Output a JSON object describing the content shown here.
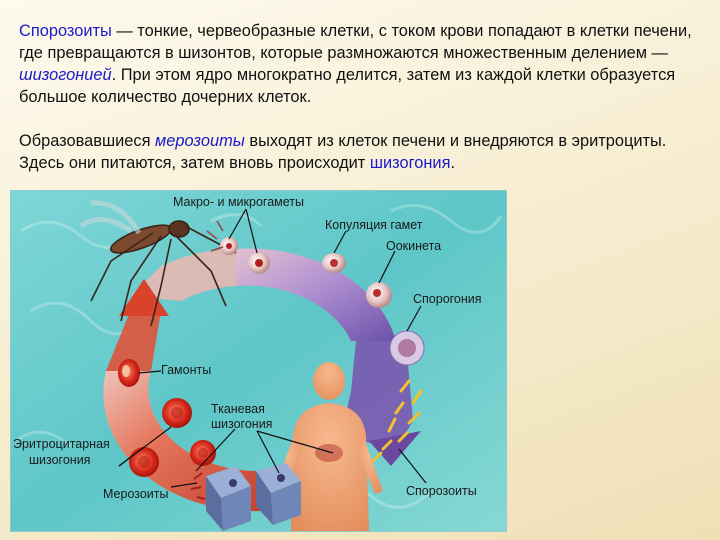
{
  "text": {
    "p1": {
      "t1": "Спорозоиты",
      "t2": " — тонкие, червеобразные клетки, с током крови попадают в клетки печени, где превращаются в шизонтов, которые размножаются множественным делением — ",
      "t3": "шизогонией",
      "t4": ". При этом ядро многократно делится, затем из каждой клетки образуется большое количество дочерних клеток."
    },
    "p2": {
      "t1": "Образовавшиеся ",
      "t2": "мерозоиты",
      "t3": " выходят из клеток печени и внедряются в эритроциты. Здесь они питаются, затем вновь происходит ",
      "t4": "шизогония",
      "t5": "."
    }
  },
  "diagram": {
    "labels": {
      "gametes": "Макро- и микрогаметы",
      "copulation": "Копуляция гамет",
      "ookinete": "Оокинета",
      "sporogony": "Спорогония",
      "gamonts": "Гамонты",
      "tissue_1": "Тканевая",
      "tissue_2": "шизогония",
      "erythro_1": "Эритроцитарная",
      "erythro_2": "шизогония",
      "merozoites": "Мерозоиты",
      "sporozoites": "Спорозоиты"
    },
    "colors": {
      "accent_text": "#1a1acc",
      "background_cyan": "#5ec6c8",
      "cycle_red": "#e0533a",
      "cycle_purple": "#8a6ab8",
      "human_skin": "#efa474"
    },
    "icons": [
      "mosquito-icon",
      "human-figure-icon",
      "red-blood-cell-icon",
      "liver-cell-icon"
    ]
  }
}
